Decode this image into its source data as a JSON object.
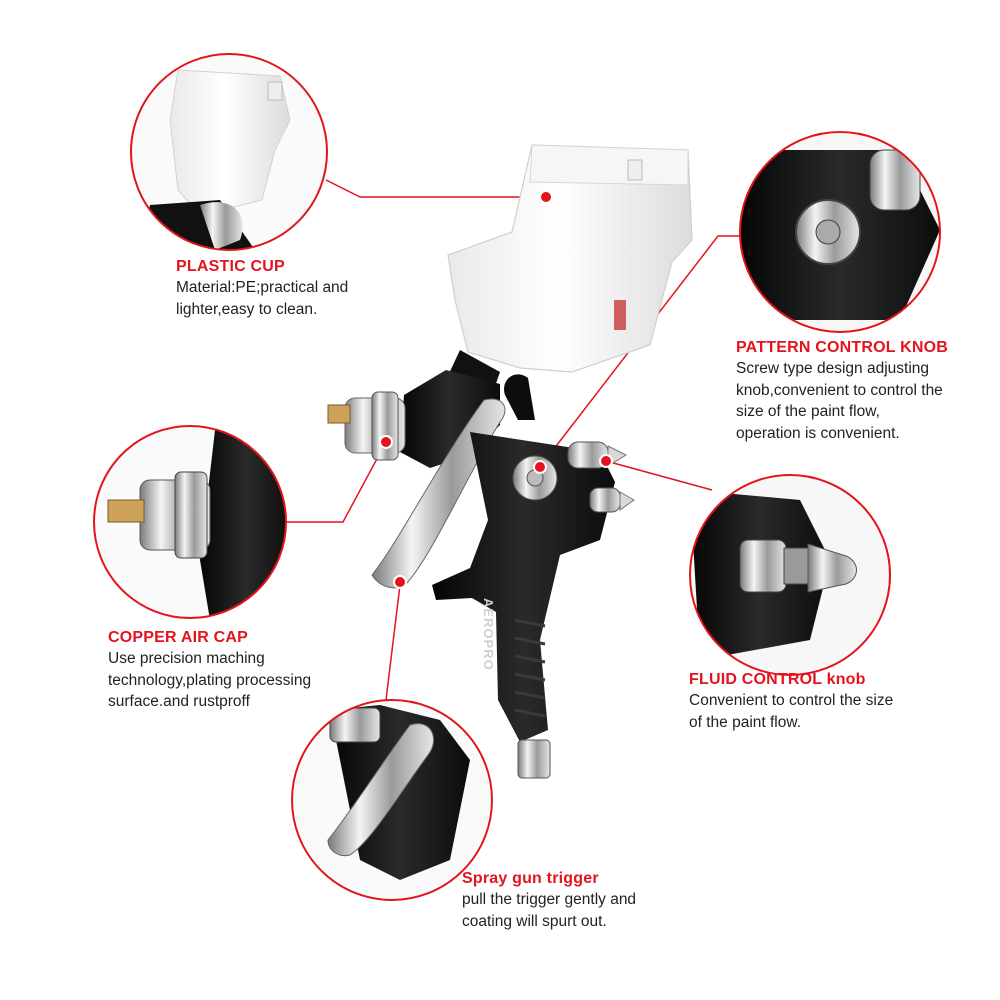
{
  "brand_text": "AEROPRO",
  "accent_color": "#e3141d",
  "callouts": {
    "plastic_cup": {
      "title": "PLASTIC CUP",
      "desc": [
        "Material:PE;practical and",
        "lighter,easy to clean."
      ]
    },
    "pattern_knob": {
      "title": "PATTERN CONTROL KNOB",
      "desc": [
        "Screw type design adjusting",
        "knob,convenient to control the",
        "size of the paint flow,",
        "operation is convenient."
      ]
    },
    "air_cap": {
      "title": "COPPER AIR CAP",
      "desc": [
        "Use precision maching",
        "technology,plating processing",
        "surface.and rustproff"
      ]
    },
    "fluid_knob": {
      "title": "FLUID CONTROL knob",
      "desc": [
        "Convenient to control the size",
        "of the paint flow."
      ]
    },
    "trigger": {
      "title": "Spray gun trigger",
      "desc": [
        "pull the trigger gently and",
        "coating will spurt out."
      ]
    }
  }
}
